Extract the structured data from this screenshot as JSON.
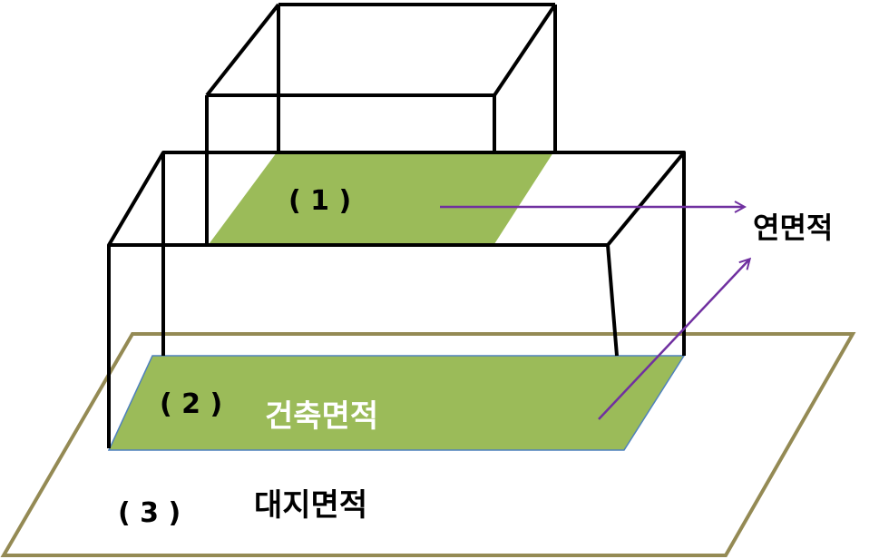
{
  "labels": {
    "floor_area_marker": "( 1 )",
    "building_area_marker": "( 2 )",
    "building_area": "건축면적",
    "site_area_marker": "( 3 )",
    "site_area": "대지면적",
    "total_floor_area": "연면적"
  },
  "colors": {
    "area_fill": "#9bbb59",
    "arrow": "#7030a0",
    "site_outline": "#948a54",
    "building_outline": "#000000",
    "text": "#000000",
    "text_on_fill": "#ffffff"
  }
}
